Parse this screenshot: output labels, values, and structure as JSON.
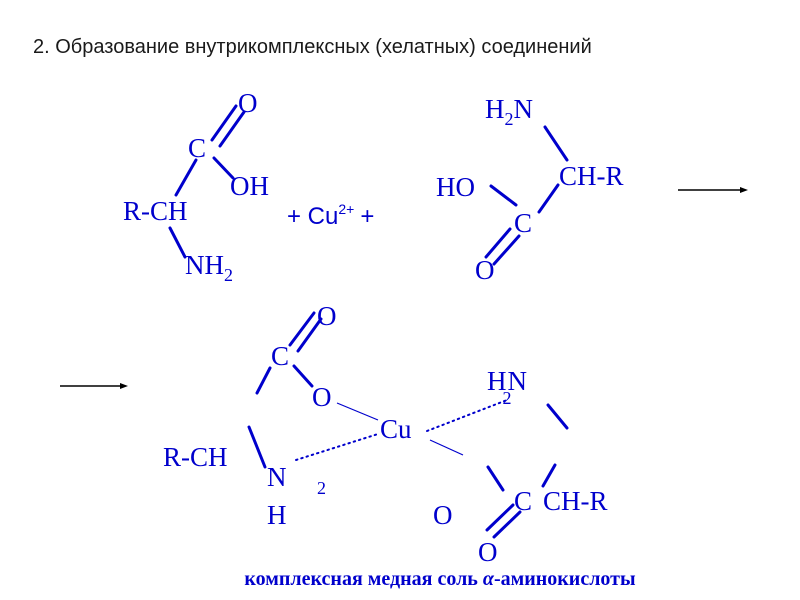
{
  "title": "2. Образование внутрикомплексных (хелатных) соединений",
  "colors": {
    "bond": "#0000cc",
    "text": "#0000cc",
    "title": "#1a1a1a",
    "arrow": "#000000"
  },
  "reactant1": {
    "o": "O",
    "c": "C",
    "oh": "OH",
    "rch": "R-CH",
    "nh": "NH",
    "sub2": "2"
  },
  "plus1": "+ Cu",
  "cu_charge": "2+",
  "plus2": "+",
  "reactant2": {
    "h": "H",
    "sub2": "2",
    "n": "N",
    "chr": "CH-R",
    "ho": "HO",
    "c": "C",
    "o": "O"
  },
  "product": {
    "o_top": "O",
    "c_top": "C",
    "o_mid": "O",
    "cu": "Cu",
    "h": "H",
    "sub2a": "2",
    "n_right": "N",
    "rch": "R-CH",
    "n_left": "N",
    "sub2b": "2",
    "h_bottom": "H",
    "o_lone": "O",
    "c_bot": "C",
    "chr": "CH-R",
    "o_bottom": "O"
  },
  "caption_prefix": "комплексная медная соль ",
  "caption_alpha": "α",
  "caption_suffix": "-аминокислоты"
}
